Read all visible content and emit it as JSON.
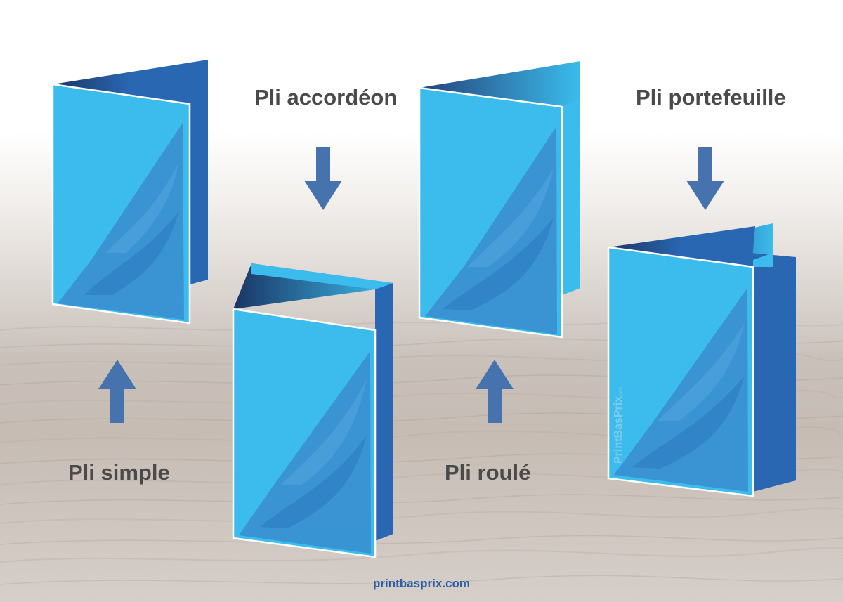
{
  "labels": {
    "accordeon": "Pli accordéon",
    "portefeuille": "Pli portefeuille",
    "simple": "Pli simple",
    "roule": "Pli roulé"
  },
  "footer": {
    "url": "printbasprix.com"
  },
  "watermark": {
    "brand": "PrintBasPrix",
    "suffix": ".com"
  },
  "colors": {
    "panel_light": "#3bbcec",
    "panel_dark": "#2a67b3",
    "pattern": "#3a8fd0",
    "label_text": "#4a4a4a",
    "arrow": "#4672ad",
    "footer_link": "#2d5fa6"
  },
  "icons": {
    "arrows": [
      "arrow-down-icon",
      "arrow-down-icon",
      "arrow-up-icon",
      "arrow-up-icon"
    ]
  }
}
